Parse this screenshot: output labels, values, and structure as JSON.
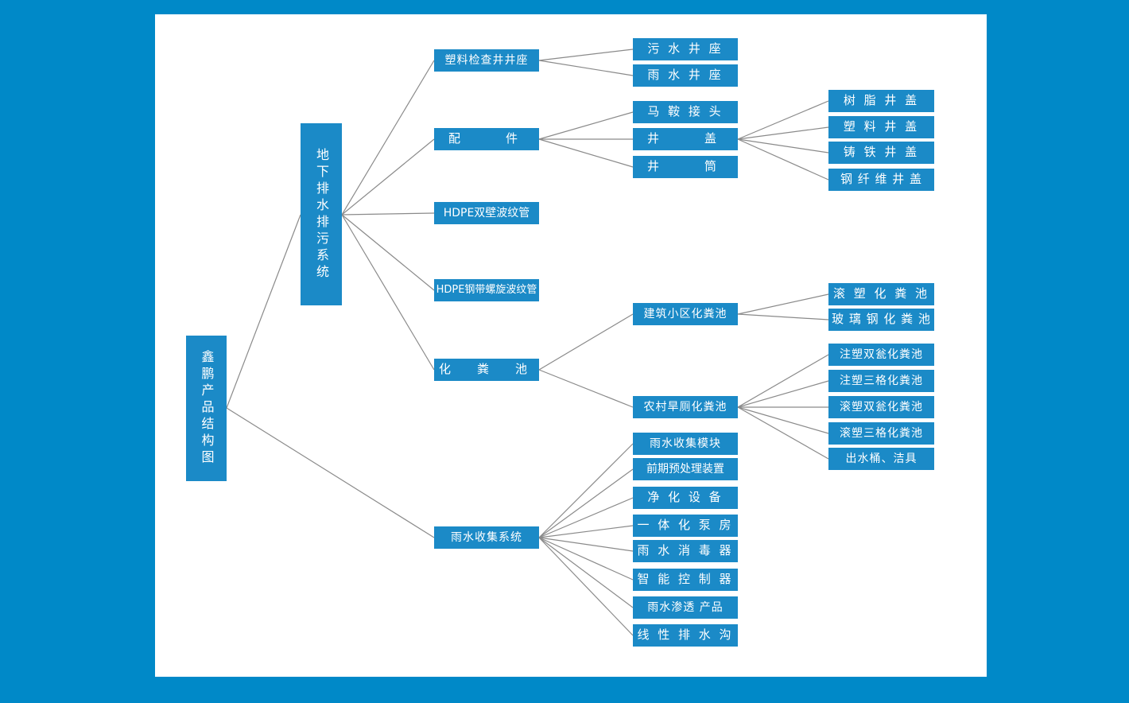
{
  "diagram": {
    "title": "鑫鹏产品结构图",
    "type": "tree",
    "colors": {
      "page_background": "#0089c8",
      "panel_background": "#ffffff",
      "node_fill": "#1b8ac7",
      "node_text": "#ffffff",
      "edge_stroke": "#8a8a8a"
    },
    "root": {
      "id": "root",
      "label": "鑫鹏产品结构图",
      "orientation": "vertical"
    },
    "level1": [
      {
        "id": "l1-underground",
        "label": "地下排水排污系统",
        "orientation": "vertical"
      },
      {
        "id": "l1-rainwater",
        "label": "雨水收集系统",
        "orientation": "horizontal"
      }
    ],
    "level2": [
      {
        "id": "l2-inspection-base",
        "label": "塑料检查井井座"
      },
      {
        "id": "l2-fittings",
        "label": "配　　件"
      },
      {
        "id": "l2-hdpe-double",
        "label": "HDPE双壁波纹管"
      },
      {
        "id": "l2-hdpe-steel",
        "label": "HDPE钢带螺旋波纹管"
      },
      {
        "id": "l2-septic",
        "label": "化　粪　池"
      }
    ],
    "level3": {
      "inspection_base_children": [
        {
          "id": "l3-sewage-base",
          "label": "污 水 井 座"
        },
        {
          "id": "l3-rain-base",
          "label": "雨 水 井 座"
        }
      ],
      "fittings_children": [
        {
          "id": "l3-saddle",
          "label": "马 鞍 接 头"
        },
        {
          "id": "l3-manhole-cover",
          "label": "井　　盖"
        },
        {
          "id": "l3-shaft",
          "label": "井　　筒"
        }
      ],
      "septic_children": [
        {
          "id": "l3-community-septic",
          "label": "建筑小区化粪池"
        },
        {
          "id": "l3-rural-septic",
          "label": "农村旱厕化粪池"
        }
      ],
      "rainwater_children": [
        {
          "id": "l3-collection-module",
          "label": "雨水收集模块"
        },
        {
          "id": "l3-pretreatment",
          "label": "前期预处理装置"
        },
        {
          "id": "l3-purification",
          "label": "净 化 设 备"
        },
        {
          "id": "l3-pump-house",
          "label": "一 体 化 泵 房"
        },
        {
          "id": "l3-disinfector",
          "label": "雨 水 消 毒 器"
        },
        {
          "id": "l3-controller",
          "label": "智 能 控 制 器"
        },
        {
          "id": "l3-infiltration",
          "label": "雨水渗透 产品"
        },
        {
          "id": "l3-linear-drain",
          "label": "线 性 排 水 沟"
        }
      ]
    },
    "level4": {
      "manhole_cover_children": [
        {
          "id": "l4-resin-cover",
          "label": "树 脂 井 盖"
        },
        {
          "id": "l4-plastic-cover",
          "label": "塑 料 井 盖"
        },
        {
          "id": "l4-castiron-cover",
          "label": "铸 铁 井 盖"
        },
        {
          "id": "l4-steelfiber-cover",
          "label": "钢 纤 维 井 盖"
        }
      ],
      "community_septic_children": [
        {
          "id": "l4-rotomold-septic",
          "label": "滚 塑 化 粪 池"
        },
        {
          "id": "l4-frp-septic",
          "label": "玻 璃 钢 化 粪 池"
        }
      ],
      "rural_septic_children": [
        {
          "id": "l4-inj-double-urn",
          "label": "注塑双瓮化粪池"
        },
        {
          "id": "l4-inj-three-grid",
          "label": "注塑三格化粪池"
        },
        {
          "id": "l4-roto-double-urn",
          "label": "滚塑双瓮化粪池"
        },
        {
          "id": "l4-roto-three-grid",
          "label": "滚塑三格化粪池"
        },
        {
          "id": "l4-outlet-barrel",
          "label": "出水桶、洁具"
        }
      ]
    }
  }
}
